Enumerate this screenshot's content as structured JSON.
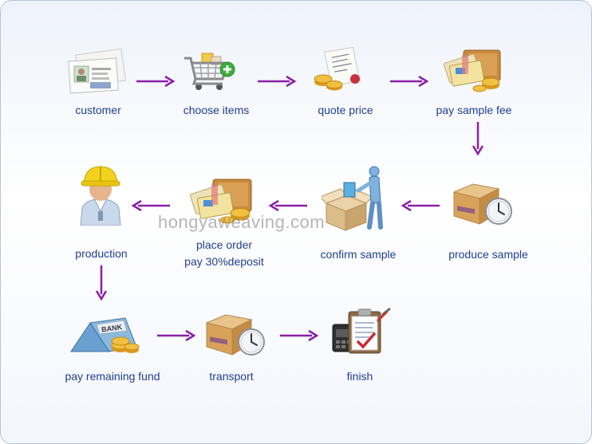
{
  "steps": {
    "customer": {
      "label": "customer",
      "icon": "id-card-documents-icon"
    },
    "choose_items": {
      "label": "choose items",
      "icon": "shopping-cart-icon"
    },
    "quote_price": {
      "label": "quote price",
      "icon": "invoice-coins-icon"
    },
    "pay_sample_fee": {
      "label": "pay sample fee",
      "icon": "wallet-cards-coins-icon"
    },
    "produce_sample": {
      "label": "produce sample",
      "icon": "box-clock-icon"
    },
    "confirm_sample": {
      "label": "confirm sample",
      "icon": "worker-computer-box-icon"
    },
    "place_order": {
      "label_line1": "place order",
      "label_line2": "pay 30%deposit",
      "icon": "wallet-cards-coins-icon"
    },
    "production": {
      "label": "production",
      "icon": "worker-hardhat-icon"
    },
    "pay_remaining_fund": {
      "label": "pay remaining fund",
      "icon": "bank-coins-icon"
    },
    "transport": {
      "label": "transport",
      "icon": "box-clock-icon"
    },
    "finish": {
      "label": "finish",
      "icon": "clipboard-checklist-icon"
    }
  },
  "watermark": "hongyaweaving.com",
  "colors": {
    "label": "#1f3f8f",
    "arrow": "#8b1fa8",
    "box": "#d6a25a",
    "coin": "#e8b12a",
    "hardhat": "#f2d21d"
  }
}
